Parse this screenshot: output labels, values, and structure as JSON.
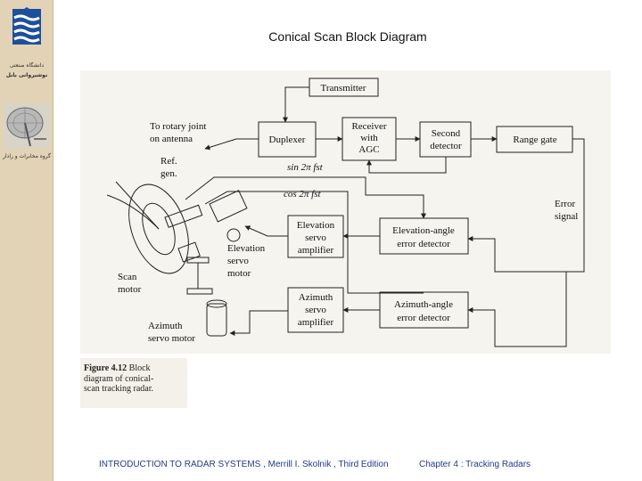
{
  "title": "Conical Scan Block Diagram",
  "sidebar": {
    "logo_caption_1": "دانشگاه صنعتی",
    "logo_caption_2": "نوشیروانی بابل",
    "photo_caption": "گروه مخابرات و رادار"
  },
  "diagram": {
    "transmitter": "Transmitter",
    "duplexer": "Duplexer",
    "receiver_line1": "Receiver",
    "receiver_line2": "with",
    "receiver_line3": "AGC",
    "second_det_line1": "Second",
    "second_det_line2": "detector",
    "range_gate": "Range gate",
    "rotary_line1": "To rotary joint",
    "rotary_line2": "on antenna",
    "ref_gen_line1": "Ref.",
    "ref_gen_line2": "gen.",
    "sin_ref": "sin 2π fst",
    "cos_ref": "cos 2π fst",
    "error_signal_line1": "Error",
    "error_signal_line2": "signal",
    "elev_servo_line1": "Elevation",
    "elev_servo_line2": "servo",
    "elev_servo_line3": "amplifier",
    "elev_err_line1": "Elevation-angle",
    "elev_err_line2": "error detector",
    "elev_motor_line1": "Elevation",
    "elev_motor_line2": "servo",
    "elev_motor_line3": "motor",
    "scan_motor_line1": "Scan",
    "scan_motor_line2": "motor",
    "az_servo_line1": "Azimuth",
    "az_servo_line2": "servo",
    "az_servo_line3": "amplifier",
    "az_err_line1": "Azimuth-angle",
    "az_err_line2": "error detector",
    "az_motor_line1": "Azimuth",
    "az_motor_line2": "servo motor"
  },
  "caption": {
    "figure_label": "Figure 4.12",
    "text_1": "Block",
    "text_2": "diagram of conical-",
    "text_3": "scan tracking radar."
  },
  "footer": {
    "book": "INTRODUCTION TO RADAR SYSTEMS , Merrill I. Skolnik , Third Edition",
    "chapter": "Chapter 4 :  Tracking Radars"
  }
}
